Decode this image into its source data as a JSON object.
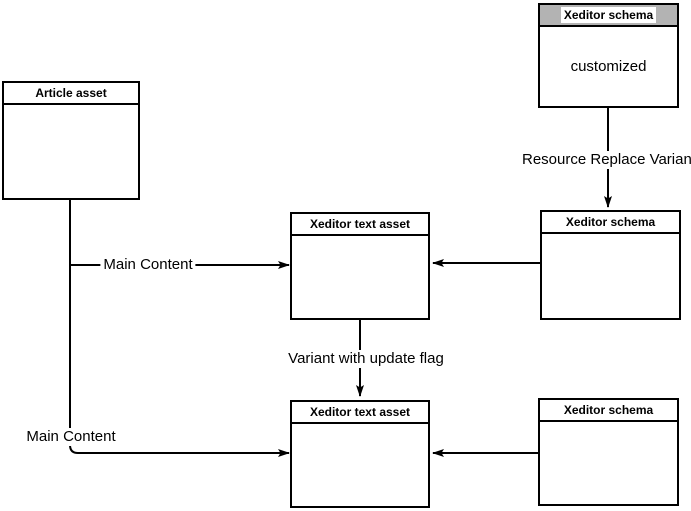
{
  "diagram": {
    "type": "flow-diagram",
    "colors": {
      "background": "#ffffff",
      "line": "#000000",
      "node_fill": "#ffffff",
      "node_border": "#000000",
      "highlighted_header_fill": "#b3b3b3"
    },
    "nodes": [
      {
        "title": "Article asset",
        "body": ""
      },
      {
        "title": "Xeditor schema",
        "body": "customized"
      },
      {
        "title": "Xeditor text asset",
        "body": ""
      },
      {
        "title": "Xeditor schema",
        "body": ""
      },
      {
        "title": "Xeditor text asset",
        "body": ""
      },
      {
        "title": "Xeditor schema",
        "body": ""
      }
    ],
    "edge_labels": {
      "resource_replace_variant": "Resource Replace Variant",
      "main_content_mid": "Main Content",
      "variant_with_update_flag": "Variant with update flag",
      "main_content_bottom": "Main Content"
    }
  }
}
